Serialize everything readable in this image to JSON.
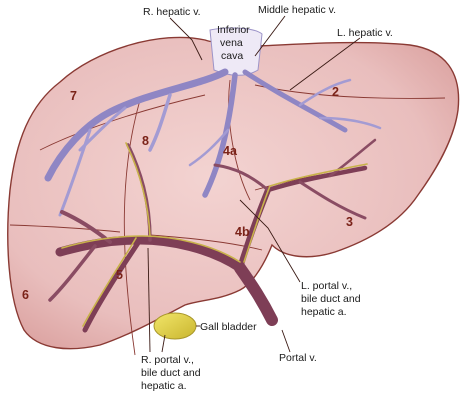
{
  "labels": {
    "r_hepatic_v": "R. hepatic v.",
    "middle_hepatic_v": "Middle hepatic v.",
    "l_hepatic_v": "L. hepatic v.",
    "inferior_vena_cava_1": "Inferior",
    "inferior_vena_cava_2": "vena",
    "inferior_vena_cava_3": "cava",
    "l_portal_v_1": "L. portal v.,",
    "l_portal_v_2": "bile duct and",
    "l_portal_v_3": "hepatic a.",
    "gall_bladder": "Gall bladder",
    "portal_v": "Portal v.",
    "r_portal_v_1": "R. portal v.,",
    "r_portal_v_2": "bile duct and",
    "r_portal_v_3": "hepatic a."
  },
  "segments": {
    "s2": "2",
    "s3": "3",
    "s4a": "4a",
    "s4b": "4b",
    "s5": "5",
    "s6": "6",
    "s7": "7",
    "s8": "8"
  },
  "colors": {
    "liver_fill": "#ecc4c2",
    "liver_edge": "#8a3a34",
    "hepatic_vein": "#8f86c4",
    "portal_vein": "#7e3e56",
    "bile_duct": "#c8b24a",
    "gall_bladder": "#e6d64a",
    "segment_number": "#7a2218"
  }
}
